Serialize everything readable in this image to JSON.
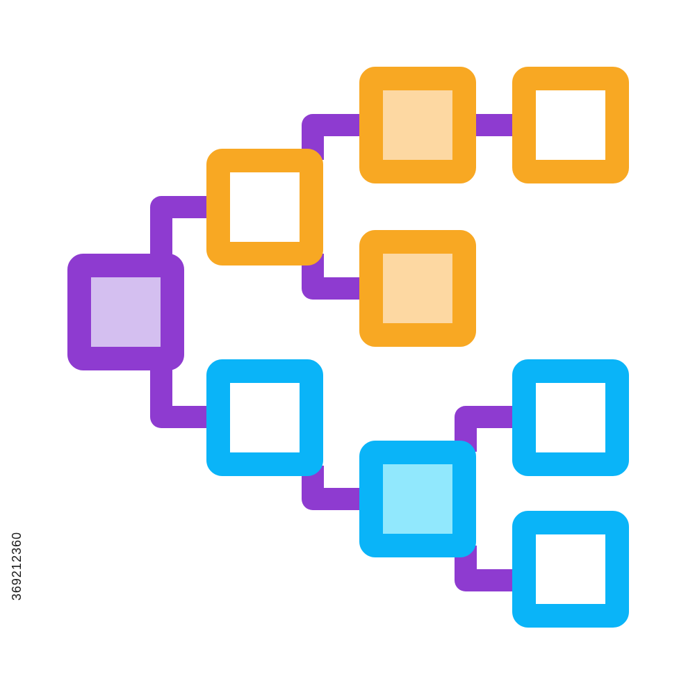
{
  "diagram": {
    "name": "hierarchy-tree-icon",
    "colors": {
      "connector": "#8e3bd0",
      "root_stroke": "#8e3bd0",
      "root_fill": "#d4bff0",
      "orange_stroke": "#f8a823",
      "orange_fill": "#fdd8a2",
      "blue_stroke": "#0ab4f8",
      "blue_fill": "#91e8fd",
      "empty_fill": "#ffffff"
    },
    "nodes": [
      {
        "id": "root",
        "branch": "root",
        "filled": true
      },
      {
        "id": "orange-level1",
        "branch": "orange",
        "filled": false
      },
      {
        "id": "orange-level2-top",
        "branch": "orange",
        "filled": true
      },
      {
        "id": "orange-level3",
        "branch": "orange",
        "filled": false
      },
      {
        "id": "orange-level2-bottom",
        "branch": "orange",
        "filled": true
      },
      {
        "id": "blue-level1",
        "branch": "blue",
        "filled": false
      },
      {
        "id": "blue-level2",
        "branch": "blue",
        "filled": true
      },
      {
        "id": "blue-level3-top",
        "branch": "blue",
        "filled": false
      },
      {
        "id": "blue-level3-bottom",
        "branch": "blue",
        "filled": false
      }
    ],
    "edges": [
      {
        "from": "root",
        "to": "orange-level1"
      },
      {
        "from": "orange-level1",
        "to": "orange-level2-top"
      },
      {
        "from": "orange-level2-top",
        "to": "orange-level3"
      },
      {
        "from": "orange-level1",
        "to": "orange-level2-bottom"
      },
      {
        "from": "root",
        "to": "blue-level1"
      },
      {
        "from": "blue-level1",
        "to": "blue-level2"
      },
      {
        "from": "blue-level2",
        "to": "blue-level3-top"
      },
      {
        "from": "blue-level2",
        "to": "blue-level3-bottom"
      }
    ]
  },
  "watermark": {
    "stock_id": "369212360"
  }
}
